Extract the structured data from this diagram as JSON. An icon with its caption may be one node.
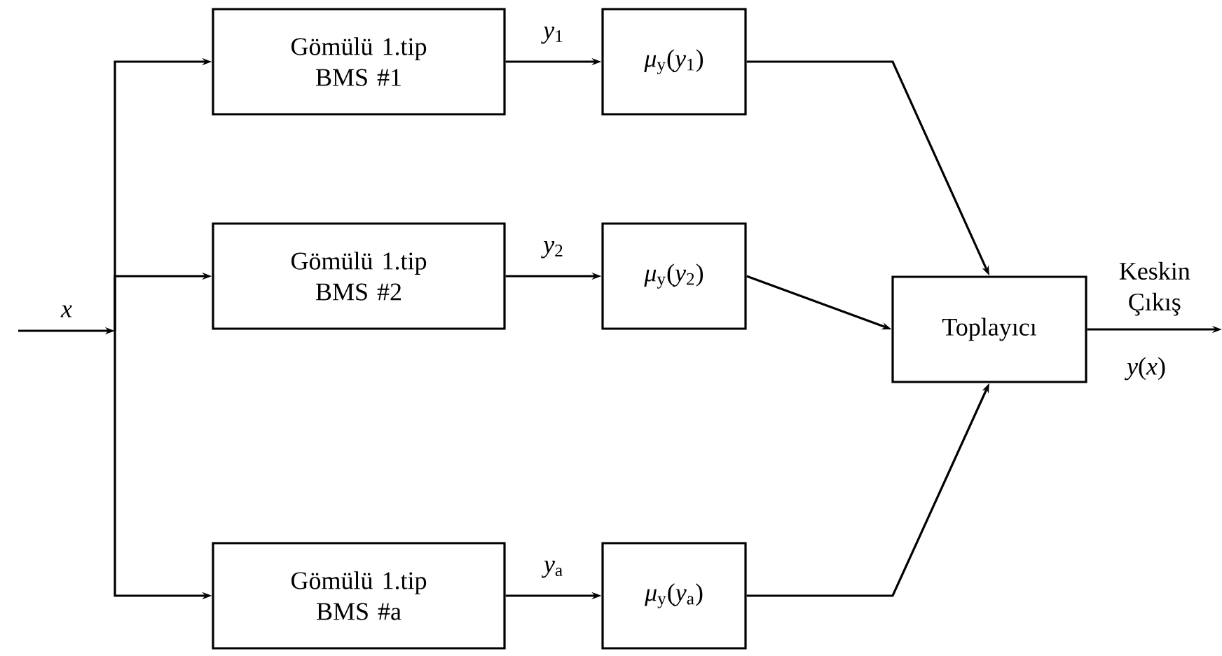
{
  "diagram": {
    "nodes": [
      {
        "text": [
          "Gömülü 1.tip BMS #1"
        ]
      },
      {
        "text": [
          "Gömülü 1.tip BMS #2"
        ]
      },
      {
        "text": [
          "Gömülü 1.tip BMS #a"
        ]
      },
      {
        "text": [
          "*μ*$_{y}$(*y*$_{1}$)"
        ]
      },
      {
        "text": [
          "*μ*$_{y}$(*y*$_{2}$)"
        ]
      },
      {
        "text": [
          "*μ*$_{y}$(*y*$_{a}$)"
        ]
      },
      {
        "text": [
          "Toplayıcı"
        ]
      }
    ],
    "edges": [
      {
        "from": null,
        "to": 0,
        "arrow": "to"
      },
      {
        "from": null,
        "to": 1,
        "arrow": "to",
        "label": "x"
      },
      {
        "from": null,
        "to": 2,
        "arrow": "to"
      },
      {
        "from": 0,
        "to": 3,
        "arrow": "to",
        "label": "*y*$_{1}$"
      },
      {
        "from": 1,
        "to": 4,
        "arrow": "to",
        "label": "*y*$_{2}$"
      },
      {
        "from": 2,
        "to": 5,
        "arrow": "to",
        "label": "*y*$_{a}$"
      },
      {
        "from": 3,
        "to": 6,
        "arrow": "to"
      },
      {
        "from": 4,
        "to": 6,
        "arrow": "to"
      },
      {
        "from": 5,
        "to": 6,
        "arrow": "to"
      },
      {
        "from": 6,
        "to": null,
        "arrow": "to",
        "label": "Keskin Çıkış"
      }
    ],
    "labels": [
      "*y*(*x*)"
    ]
  }
}
